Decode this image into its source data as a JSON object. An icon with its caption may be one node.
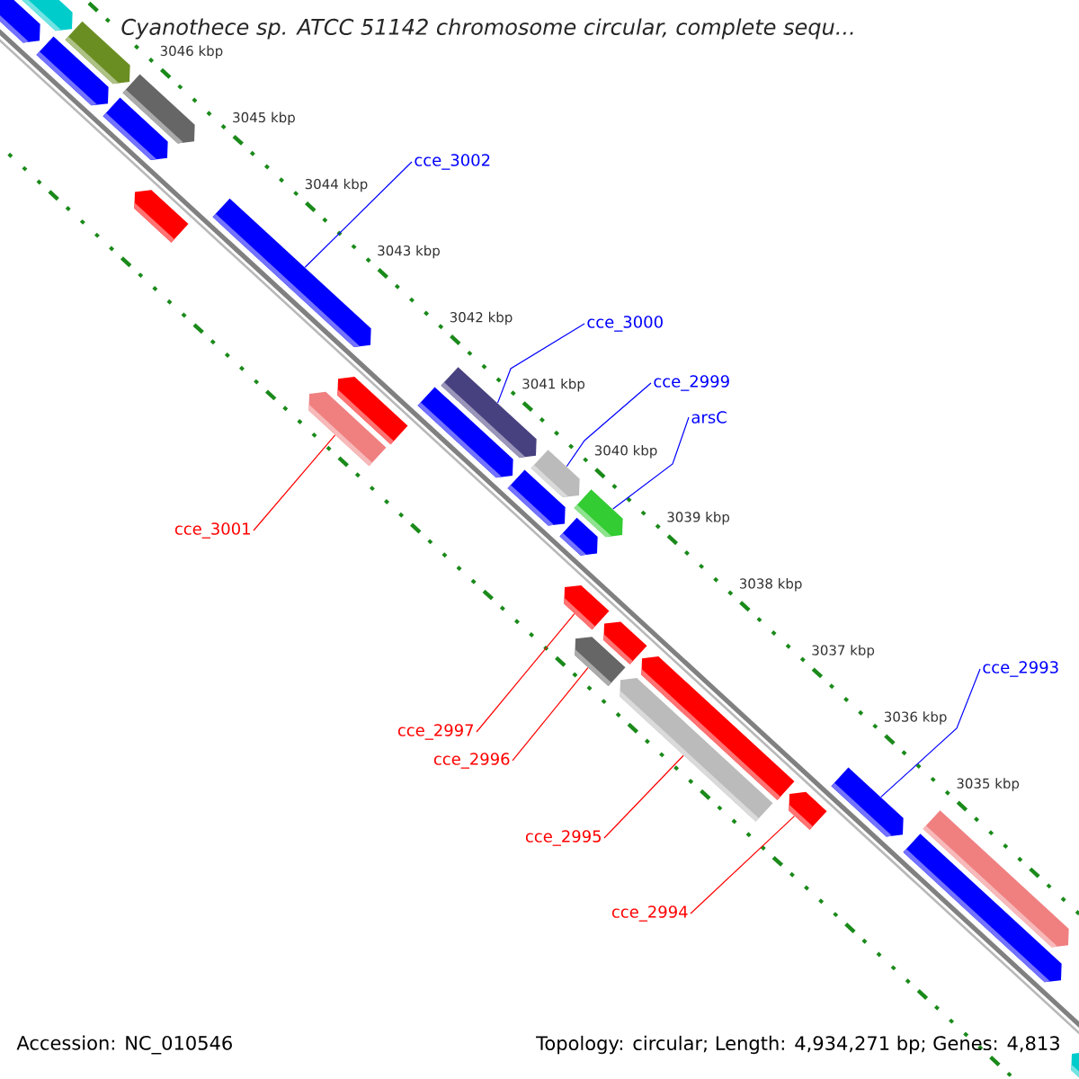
{
  "diagram": {
    "title": "Cyanothece sp. ATCC 51142 chromosome circular, complete sequ...",
    "nodes": [
      {
        "text": [],
        "shape": "bar"
      },
      {
        "text": [],
        "shape": "bar"
      },
      {
        "text": [],
        "shape": "bar"
      },
      {
        "text": [],
        "shape": "bar"
      },
      {
        "text": [],
        "shape": "bar"
      },
      {
        "text": [],
        "shape": "bar"
      },
      {
        "text": [],
        "shape": "bar"
      },
      {
        "text": [],
        "shape": "bar"
      },
      {
        "text": [],
        "shape": "bar"
      },
      {
        "text": [],
        "shape": "bar"
      },
      {
        "text": [],
        "shape": "bar"
      },
      {
        "text": [],
        "shape": "bar"
      },
      {
        "text": [],
        "shape": "bar"
      },
      {
        "text": [],
        "shape": "bar"
      },
      {
        "text": [],
        "shape": "bar"
      },
      {
        "text": [],
        "shape": "bar"
      },
      {
        "text": [],
        "shape": "bar"
      },
      {
        "text": [],
        "shape": "bar"
      },
      {
        "text": [],
        "shape": "bar"
      },
      {
        "text": [],
        "shape": "bar"
      },
      {
        "text": [],
        "shape": "bar"
      },
      {
        "text": [],
        "shape": "bar"
      },
      {
        "text": [],
        "shape": "bar"
      },
      {
        "text": [],
        "shape": "bar"
      },
      {
        "text": [],
        "shape": "bar"
      },
      {
        "text": [],
        "shape": "bar"
      },
      {
        "text": [
          "cce_3002"
        ]
      },
      {
        "text": [
          "cce_3001"
        ]
      },
      {
        "text": [
          "cce_3000"
        ]
      },
      {
        "text": [
          "cce_2999"
        ]
      },
      {
        "text": [
          "arsC"
        ]
      },
      {
        "text": [
          "cce_2997"
        ]
      },
      {
        "text": [
          "cce_2996"
        ]
      },
      {
        "text": [
          "cce_2995"
        ]
      },
      {
        "text": [
          "cce_2994"
        ]
      },
      {
        "text": [
          "cce_2993"
        ]
      }
    ],
    "edges": [
      {
        "from": 26,
        "to": 7,
        "arrow": "none",
        "color": "#0000ff"
      },
      {
        "from": 27,
        "to": 8,
        "arrow": "none",
        "color": "#ff0000"
      },
      {
        "from": 28,
        "to": 10,
        "arrow": "none",
        "color": "#0000ff"
      },
      {
        "from": 29,
        "to": 12,
        "arrow": "none",
        "color": "#0000ff"
      },
      {
        "from": 30,
        "to": 13,
        "arrow": "none",
        "color": "#0000ff"
      },
      {
        "from": 31,
        "to": 16,
        "arrow": "none",
        "color": "#ff0000"
      },
      {
        "from": 32,
        "to": 18,
        "arrow": "none",
        "color": "#ff0000"
      },
      {
        "from": 33,
        "to": 19,
        "arrow": "none",
        "color": "#ff0000"
      },
      {
        "from": 34,
        "to": 21,
        "arrow": "none",
        "color": "#ff0000"
      },
      {
        "from": 35,
        "to": 22,
        "arrow": "none",
        "color": "#0000ff"
      }
    ],
    "labels": [
      "3046 kbp",
      "3045 kbp",
      "3044 kbp",
      "3043 kbp",
      "3042 kbp",
      "3041 kbp",
      "3040 kbp",
      "3039 kbp",
      "3038 kbp",
      "3037 kbp",
      "3036 kbp",
      "3035 kbp",
      "Accession: NC_010546",
      "Topology: circular; Length: 4,934,271 bp; Genes: 4,813"
    ]
  }
}
